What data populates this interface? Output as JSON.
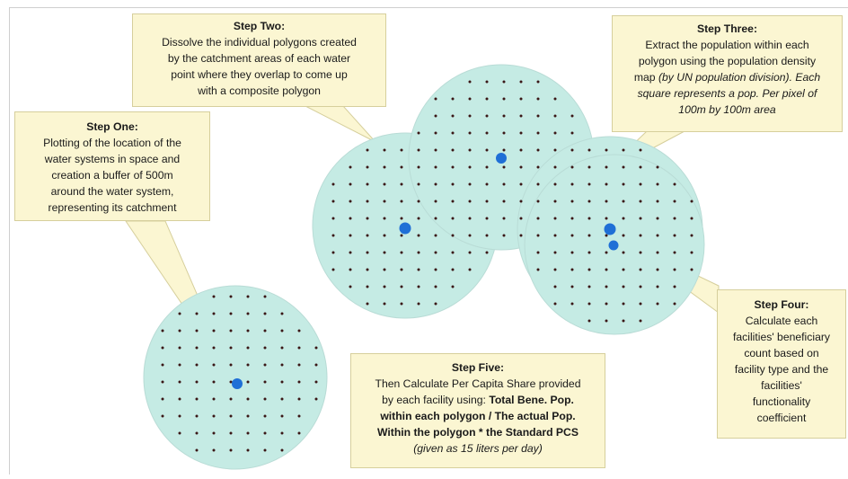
{
  "colors": {
    "catchment_fill": "#c5ebe4",
    "catchment_stroke": "#b9dcd6",
    "population_dot": "#3a1616",
    "water_point": "#1f6fd6",
    "callout_fill": "#fbf6d2",
    "callout_border": "#d6cf9c"
  },
  "steps": {
    "one": {
      "title": "Step One:",
      "lines": [
        "Plotting of the location of the",
        "water systems in space and",
        "creation a  buffer of 500m",
        "around the water system,",
        "representing its catchment"
      ]
    },
    "two": {
      "title": "Step Two:",
      "lines": [
        "Dissolve the individual polygons created",
        "by the catchment areas of each water",
        "point where they overlap to come up",
        "with a composite polygon"
      ]
    },
    "three": {
      "title": "Step Three:",
      "line1": "Extract the population within each",
      "line2": "polygon using the population density",
      "line3_plain": "map ",
      "line3_italic": "(by UN population division). Each",
      "line4_italic": "square represents a pop. Per pixel of",
      "line5_italic": "100m by 100m area"
    },
    "four": {
      "title": "Step Four:",
      "lines": [
        "Calculate each",
        "facilities' beneficiary",
        "count based on",
        "facility type and the",
        "facilities'",
        "functionality",
        "coefficient"
      ]
    },
    "five": {
      "title": "Step Five:",
      "line1": "Then Calculate Per Capita Share provided",
      "line2_plain": "by each facility using: ",
      "line2_bold": "Total Bene. Pop.",
      "line3_bold": "within each polygon / The actual Pop.",
      "line4_bold": "Within the polygon * the Standard PCS",
      "line5_italic": "(given as 15 liters per day)"
    }
  }
}
